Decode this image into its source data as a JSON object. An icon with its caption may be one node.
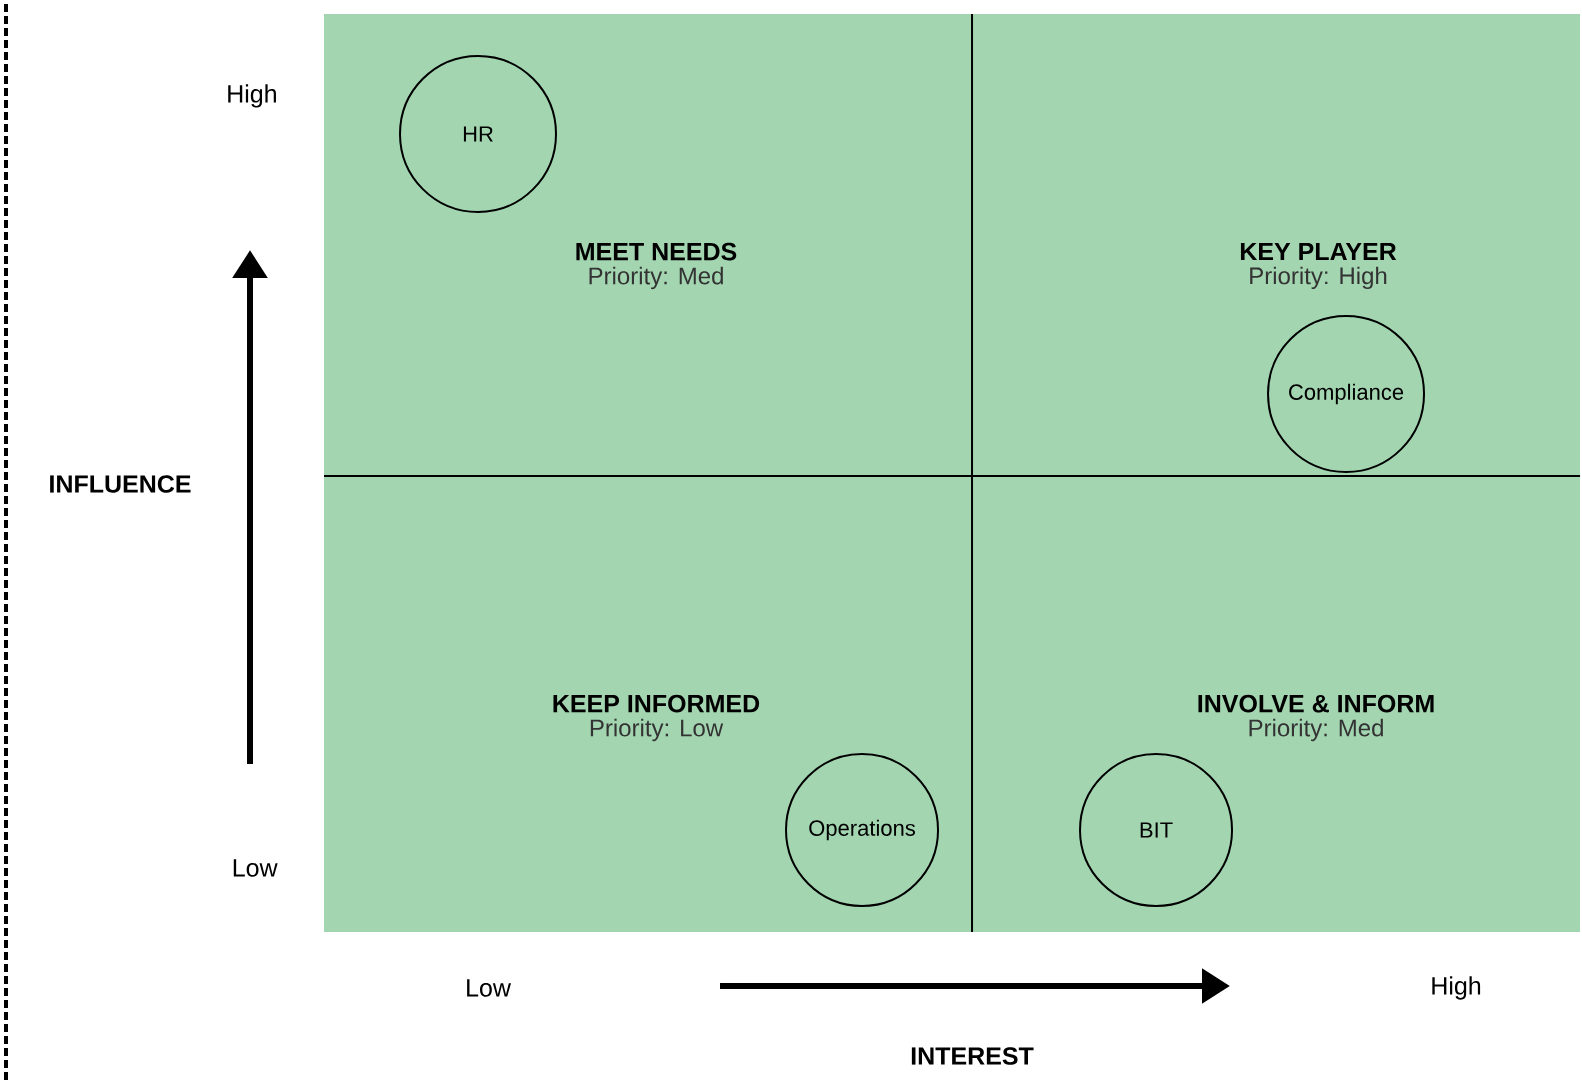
{
  "diagram": {
    "nodes": [
      {
        "text": [
          "MEET NEEDS",
          "Priority: Med"
        ]
      },
      {
        "text": [
          "HR"
        ],
        "in": 0
      },
      {
        "text": [
          "KEY PLAYER",
          "Priority: High"
        ]
      },
      {
        "text": [
          "Compliance"
        ],
        "in": 2
      },
      {
        "text": [
          "KEEP INFORMED",
          "Priority: Low"
        ]
      },
      {
        "text": [
          "Operations"
        ],
        "in": 4
      },
      {
        "text": [
          "INVOLVE & INFORM",
          "Priority: Med"
        ]
      },
      {
        "text": [
          "BIT"
        ],
        "in": 6
      }
    ],
    "labels": [
      "High",
      "INFLUENCE",
      "Low",
      "Low",
      "High",
      "INTEREST"
    ]
  }
}
